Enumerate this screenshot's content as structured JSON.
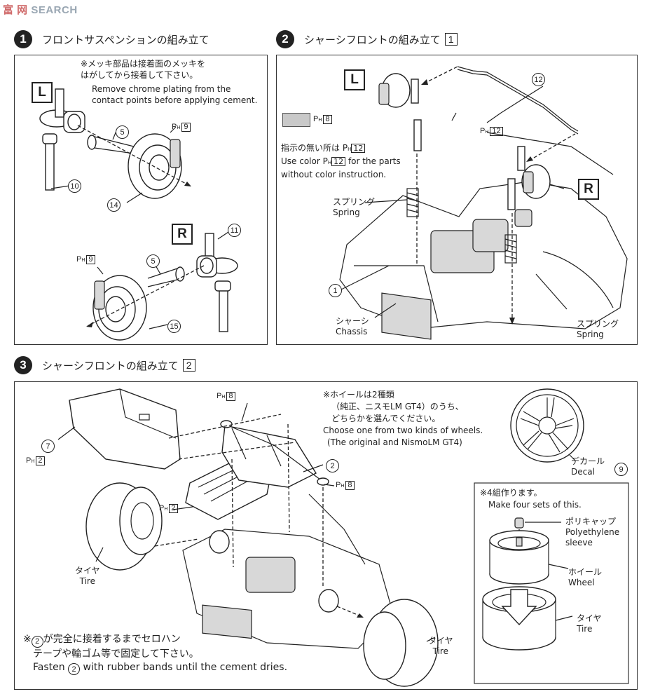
{
  "watermark": {
    "cn": "富 网",
    "en": "SEARCH"
  },
  "step1": {
    "num": "1",
    "title": "フロントサスペンションの組み立て",
    "note_jp": "※メッキ部品は接着面のメッキを\nはがしてから接着して下さい。",
    "note_en": "Remove chrome plating from the\ncontact points before applying cement.",
    "tag_l": "L",
    "tag_r": "R",
    "parts": [
      "5",
      "10",
      "14",
      "11",
      "5",
      "15"
    ],
    "ph_label": "P",
    "ph_sub": "H",
    "ph_box": "9"
  },
  "step2": {
    "num": "2",
    "title": "シャーシフロントの組み立て",
    "title_box": "1",
    "tag_l": "L",
    "tag_r": "R",
    "swatch_box": "8",
    "note_jp": "指示の無い所は",
    "note_box": "12",
    "note_en_1": "Use color",
    "note_en_2": "for the parts",
    "note_en_3": "without color instruction.",
    "part_12": "12",
    "ph_12": "12",
    "part_1": "1",
    "spring_jp": "スプリング",
    "spring_en": "Spring",
    "chassis_jp": "シャーシ",
    "chassis_en": "Chassis"
  },
  "step3": {
    "num": "3",
    "title": "シャーシフロントの組み立て",
    "title_box": "2",
    "ph_8_top": "8",
    "ph_8_right": "8",
    "part_7": "7",
    "ph_2_left": "2",
    "ph_2_mid": "2",
    "part_2": "2",
    "wheel_note_jp_1": "※ホイールは2種類",
    "wheel_note_jp_2": "（純正、ニスモLM GT4）のうち、",
    "wheel_note_jp_3": "どちらかを選んでください。",
    "wheel_note_en_1": "Choose  one from two kinds of wheels.",
    "wheel_note_en_2": "(The original and NismoLM GT4)",
    "decal_jp": "デカール",
    "decal_en": "Decal",
    "decal_num": "9",
    "tire_jp": "タイヤ",
    "tire_en": "Tire",
    "sets_jp": "※4組作ります。",
    "sets_en": "Make four sets of this.",
    "poly_jp": "ポリキャップ",
    "poly_en_1": "Polyethylene",
    "poly_en_2": "sleeve",
    "wheel_jp": "ホイール",
    "wheel_en": "Wheel",
    "footer_jp_1a": "※",
    "footer_num": "2",
    "footer_jp_1b": "が完全に接着するまでセロハン",
    "footer_jp_2": "テープや輪ゴム等で固定して下さい。",
    "footer_en_a": "Fasten",
    "footer_en_b": "with rubber bands until the cement dries."
  }
}
